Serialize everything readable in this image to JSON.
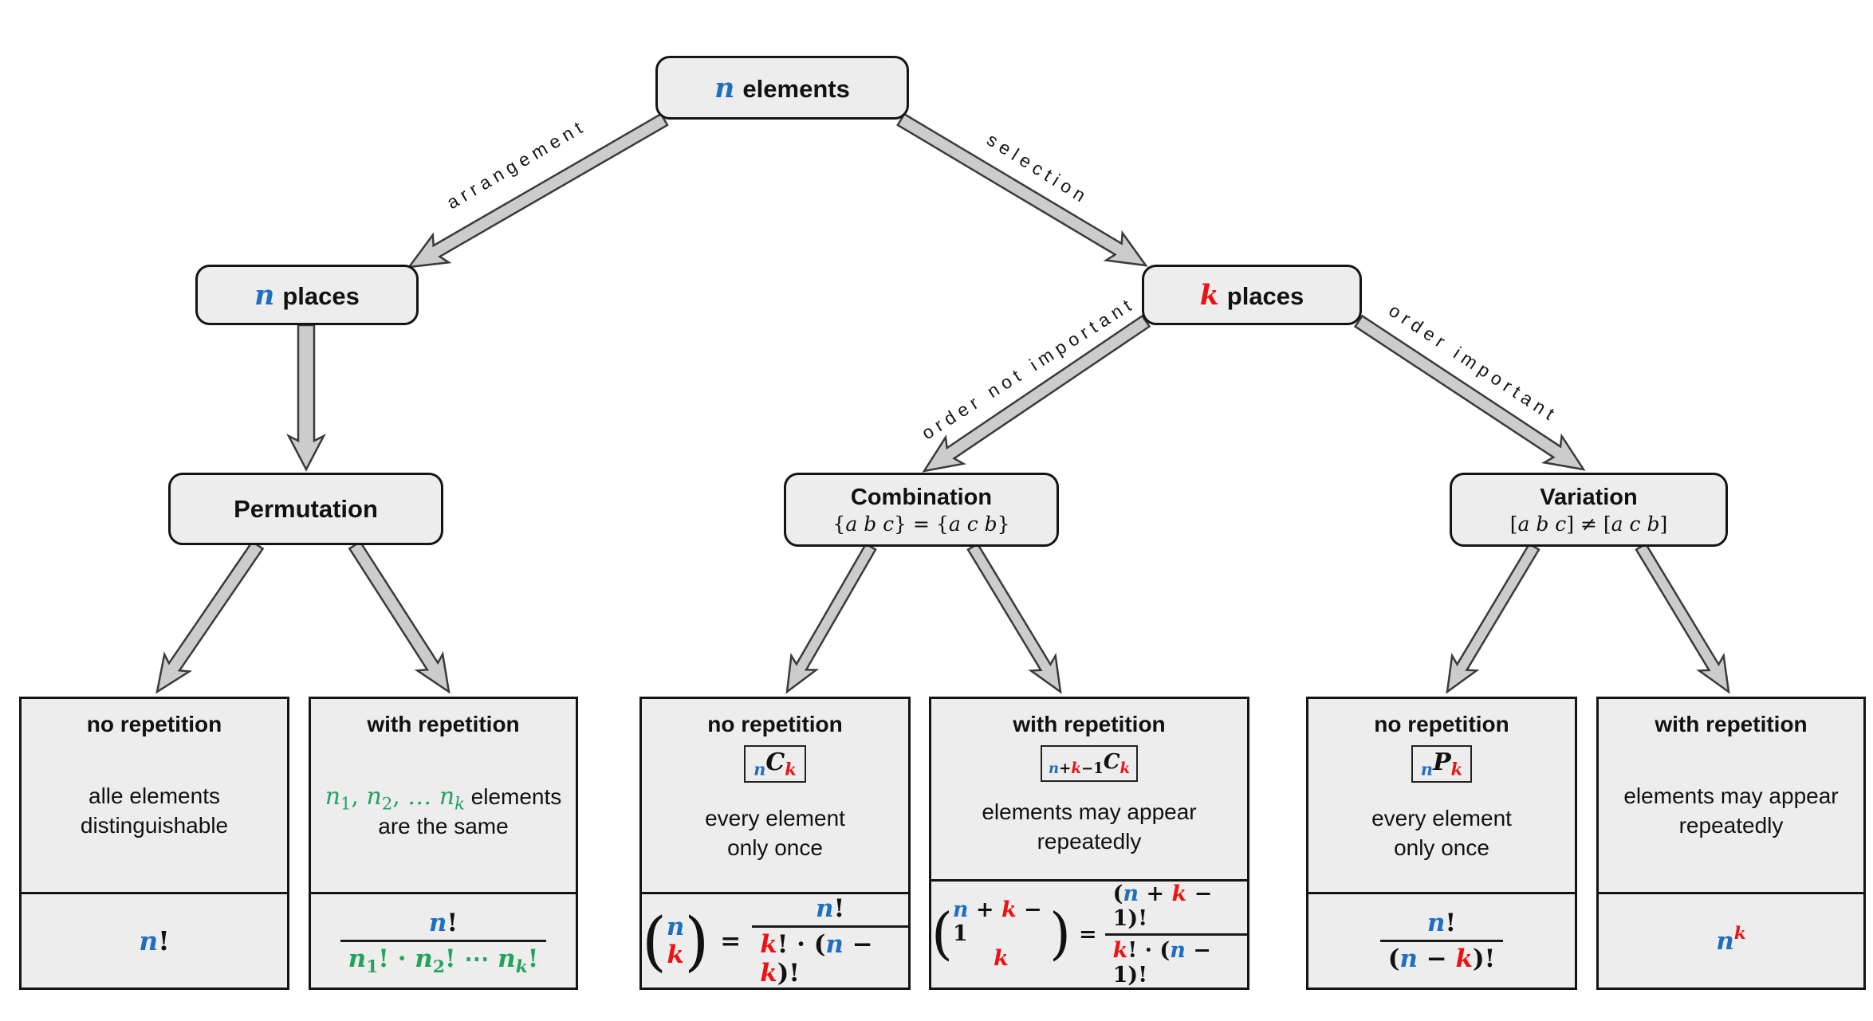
{
  "colors": {
    "blue": "#1f6fc0",
    "red": "#ee1212",
    "green": "#21a35e",
    "box_fill": "#ededed",
    "box_border": "#141414",
    "arrow_fill": "#cccccc",
    "arrow_stroke": "#3a3a3a"
  },
  "nodes": {
    "root": {
      "var": [
        [
          "n",
          "b"
        ]
      ],
      "label": "elements"
    },
    "n_places": {
      "var": [
        [
          "n",
          "b"
        ]
      ],
      "label": "places"
    },
    "k_places": {
      "var": [
        [
          "k",
          "r"
        ]
      ],
      "label": "places"
    },
    "permutation": {
      "title": "Permutation"
    },
    "combination": {
      "title": "Combination",
      "subtitle": [
        [
          "{"
        ],
        [
          "a"
        ],
        [
          " "
        ],
        [
          "b"
        ],
        [
          " "
        ],
        [
          "c"
        ],
        [
          "} = {"
        ],
        [
          "a"
        ],
        [
          " "
        ],
        [
          "c"
        ],
        [
          " "
        ],
        [
          "b"
        ],
        [
          "}"
        ]
      ]
    },
    "variation": {
      "title": "Variation",
      "subtitle": [
        [
          "["
        ],
        [
          "a"
        ],
        [
          " "
        ],
        [
          "b"
        ],
        [
          " "
        ],
        [
          "c"
        ],
        [
          "] ≠ ["
        ],
        [
          "a"
        ],
        [
          " "
        ],
        [
          "c"
        ],
        [
          " "
        ],
        [
          "b"
        ],
        [
          "]"
        ]
      ]
    }
  },
  "edges": {
    "arrangement": "arrangement",
    "selection": "selection",
    "order_not_important": "order not important",
    "order_important": "order important"
  },
  "leaves": [
    {
      "title": "no repetition",
      "body1": "alle elements",
      "body2": "distinguishable",
      "formula": [
        [
          "n",
          "b"
        ],
        [
          "!"
        ]
      ]
    },
    {
      "title": "with repetition",
      "body_math": [
        [
          "n",
          "g"
        ],
        [
          "1",
          "g",
          "sub"
        ],
        [
          ", ",
          "g"
        ],
        [
          "n",
          "g"
        ],
        [
          "2",
          "g",
          "sub"
        ],
        [
          ", … ",
          "g"
        ],
        [
          "n",
          "g"
        ],
        [
          "k",
          "g",
          "sub"
        ]
      ],
      "body1": "elements",
      "body2": "are the same",
      "formula_num": [
        [
          "n",
          "b"
        ],
        [
          "!"
        ]
      ],
      "formula_den": [
        [
          "n",
          "g"
        ],
        [
          "1",
          "g",
          "sub"
        ],
        [
          "! · ",
          "g"
        ],
        [
          "n",
          "g"
        ],
        [
          "2",
          "g",
          "sub"
        ],
        [
          "! ⋯ ",
          "g"
        ],
        [
          "n",
          "g"
        ],
        [
          "k",
          "g",
          "sub"
        ],
        [
          "!",
          "g"
        ]
      ]
    },
    {
      "title": "no repetition",
      "symbol": [
        [
          "n",
          "b",
          "sub"
        ],
        [
          "C"
        ],
        [
          "k",
          "r",
          "sub"
        ]
      ],
      "body1": "every element",
      "body2": "only once",
      "binom_top": [
        [
          "n",
          "b"
        ]
      ],
      "binom_bot": [
        [
          "k",
          "r"
        ]
      ],
      "formula_num": [
        [
          "n",
          "b"
        ],
        [
          "!"
        ]
      ],
      "formula_den": [
        [
          "k",
          "r"
        ],
        [
          "! · ("
        ],
        [
          "n",
          "b"
        ],
        [
          " − "
        ],
        [
          "k",
          "r"
        ],
        [
          ")!"
        ]
      ]
    },
    {
      "title": "with repetition",
      "symbol": [
        [
          "n",
          "b",
          "sub"
        ],
        [
          "+",
          "",
          "sub"
        ],
        [
          "k",
          "r",
          "sub"
        ],
        [
          "−1",
          "",
          "sub"
        ],
        [
          "C"
        ],
        [
          "k",
          "r",
          "sub"
        ]
      ],
      "body1": "elements may appear",
      "body2": "repeatedly",
      "binom_top": [
        [
          "n",
          "b"
        ],
        [
          " + "
        ],
        [
          "k",
          "r"
        ],
        [
          " − 1"
        ]
      ],
      "binom_bot": [
        [
          "k",
          "r"
        ]
      ],
      "formula_num": [
        [
          "("
        ],
        [
          "n",
          "b"
        ],
        [
          " + "
        ],
        [
          "k",
          "r"
        ],
        [
          " − 1)!"
        ]
      ],
      "formula_den": [
        [
          "k",
          "r"
        ],
        [
          "! · ("
        ],
        [
          "n",
          "b"
        ],
        [
          " − 1)!"
        ]
      ]
    },
    {
      "title": "no repetition",
      "symbol": [
        [
          "n",
          "b",
          "sub"
        ],
        [
          "P"
        ],
        [
          "k",
          "r",
          "sub"
        ]
      ],
      "body1": "every element",
      "body2": "only once",
      "formula_num": [
        [
          "n",
          "b"
        ],
        [
          "!"
        ]
      ],
      "formula_den": [
        [
          "("
        ],
        [
          "n",
          "b"
        ],
        [
          " − "
        ],
        [
          "k",
          "r"
        ],
        [
          ")!"
        ]
      ]
    },
    {
      "title": "with repetition",
      "body1": "elements may appear",
      "body2": "repeatedly",
      "formula": [
        [
          "n",
          "b"
        ],
        [
          "k",
          "r",
          "sup"
        ]
      ]
    }
  ]
}
